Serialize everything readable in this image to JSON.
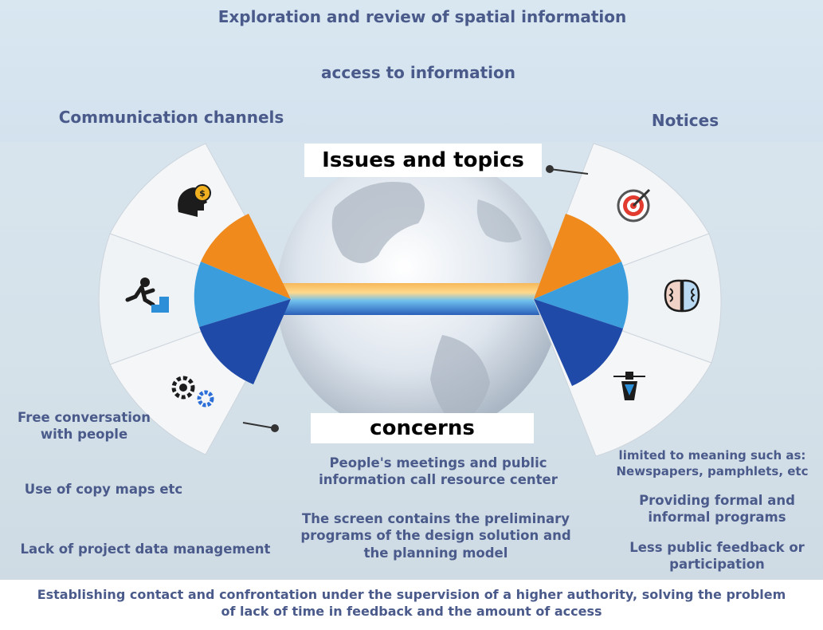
{
  "title": "Exploration and review of spatial information",
  "subtitle": "access to information",
  "left_heading": "Communication channels",
  "right_heading": "Notices",
  "issues_label": "Issues and topics",
  "concerns_label": "concerns",
  "left_items": {
    "free_conversation": "Free conversation with people",
    "copy_maps": "Use of copy maps etc",
    "data_management": "Lack of project data management"
  },
  "center_items": {
    "meetings": "People's meetings and public information call resource center",
    "screen": "The screen contains the preliminary programs of the design solution and the planning model"
  },
  "right_items": {
    "limited": "limited to meaning such as: Newspapers, pamphlets, etc",
    "programs": "Providing formal and informal programs",
    "feedback": "Less public feedback or participation"
  },
  "footer": "Establishing contact and confrontation under the supervision of a higher authority, solving the problem of lack of time in feedback and the amount of access",
  "icons": {
    "left_top": "head-coin-icon",
    "left_middle": "running-stairs-icon",
    "left_bottom": "gears-icon",
    "right_top": "target-icon",
    "right_middle": "brain-icon",
    "right_bottom": "pen-nib-icon"
  },
  "colors": {
    "orange": "#f08a1c",
    "light_blue": "#3b9ddc",
    "dark_blue": "#1f4aa8",
    "text": "#4a5a8a"
  }
}
